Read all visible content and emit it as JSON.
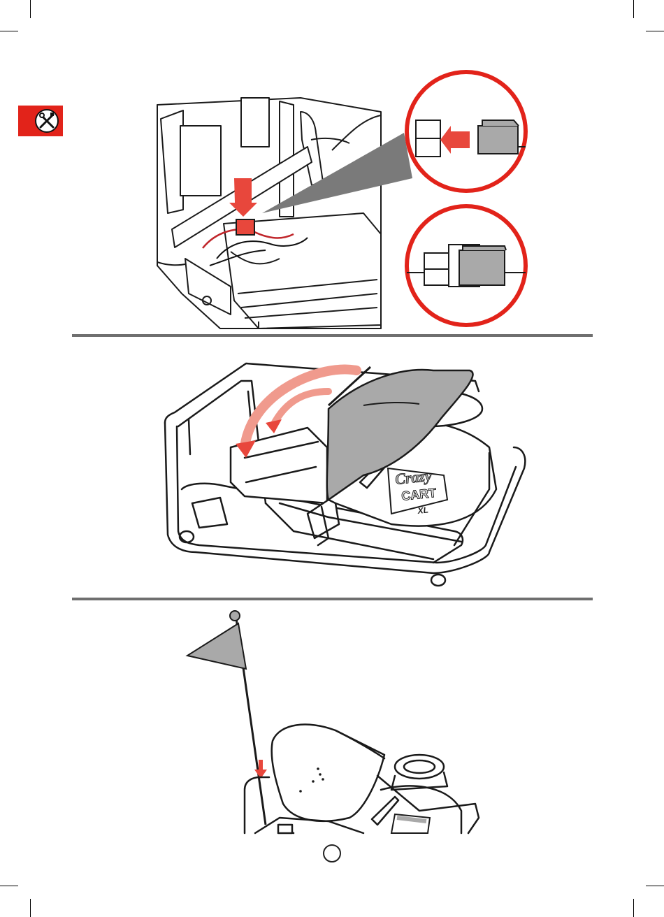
{
  "page": {
    "brand_logo": {
      "line1": "Crazy",
      "line2": "CART",
      "line3": "XL"
    }
  },
  "icons": {
    "tool_tab": "tools-icon",
    "page_number": "page-number-circle"
  },
  "colors": {
    "accent_red": "#e2231a",
    "arrow_red": "#e8473c",
    "divider_gray": "#6f6f6f",
    "part_gray": "#a9a9a9",
    "outline": "#1a1a1a"
  },
  "steps": [
    {
      "id": "connect-battery-plug"
    },
    {
      "id": "close-seat-cover"
    },
    {
      "id": "attach-flag"
    }
  ]
}
